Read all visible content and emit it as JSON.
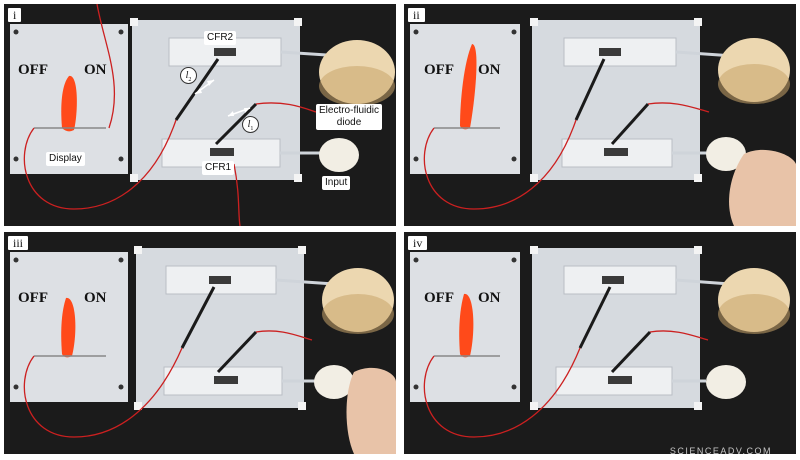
{
  "panels": [
    {
      "roman": "i",
      "off": "OFF",
      "on": "ON"
    },
    {
      "roman": "ii",
      "off": "OFF",
      "on": "ON"
    },
    {
      "roman": "iii",
      "off": "OFF",
      "on": "ON"
    },
    {
      "roman": "iv",
      "off": "OFF",
      "on": "ON"
    }
  ],
  "annotations": {
    "cfr2": "CFR2",
    "cfr1": "CFR1",
    "diode_line1": "Electro-fluidic",
    "diode_line2": "diode",
    "display": "Display",
    "input": "Input",
    "l2_symbol": "l",
    "l2_sub": "2",
    "l1_symbol": "l",
    "l1_sub": "1"
  },
  "watermark": "SCIENCEADV.COM",
  "colors": {
    "background": "#1b1b1b",
    "acrylic_plate": "#d9dde2",
    "display_flag": "#ff4a1a",
    "diode_cap": "#ecd7b0",
    "wire_red": "#cc2020"
  }
}
